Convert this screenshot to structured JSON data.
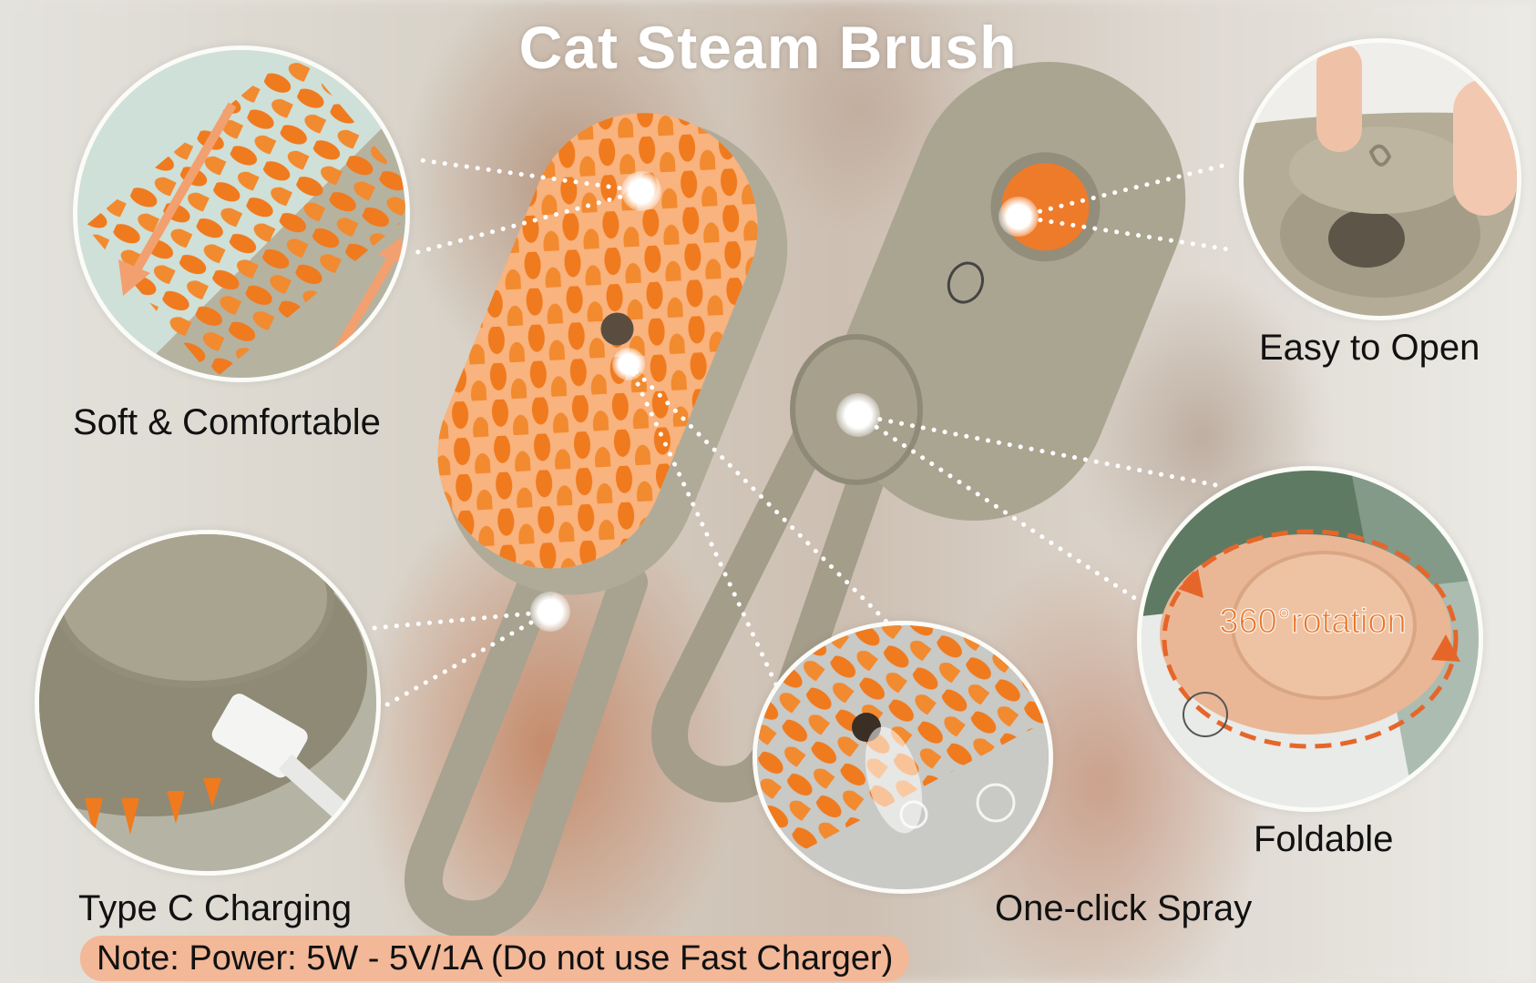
{
  "title": "Cat Steam Brush",
  "features": {
    "soft": "Soft & Comfortable",
    "open": "Easy to Open",
    "charging": "Type C Charging",
    "spray": "One-click Spray",
    "foldable": "Foldable"
  },
  "rotation_label": "360°rotation",
  "note": "Note: Power: 5W - 5V/1A  (Do not use Fast Charger)",
  "colors": {
    "bristle_orange": "#f07a1e",
    "body_taupe": "#a8a290",
    "note_bg": "#f2b898",
    "title_text": "#ffffff"
  }
}
